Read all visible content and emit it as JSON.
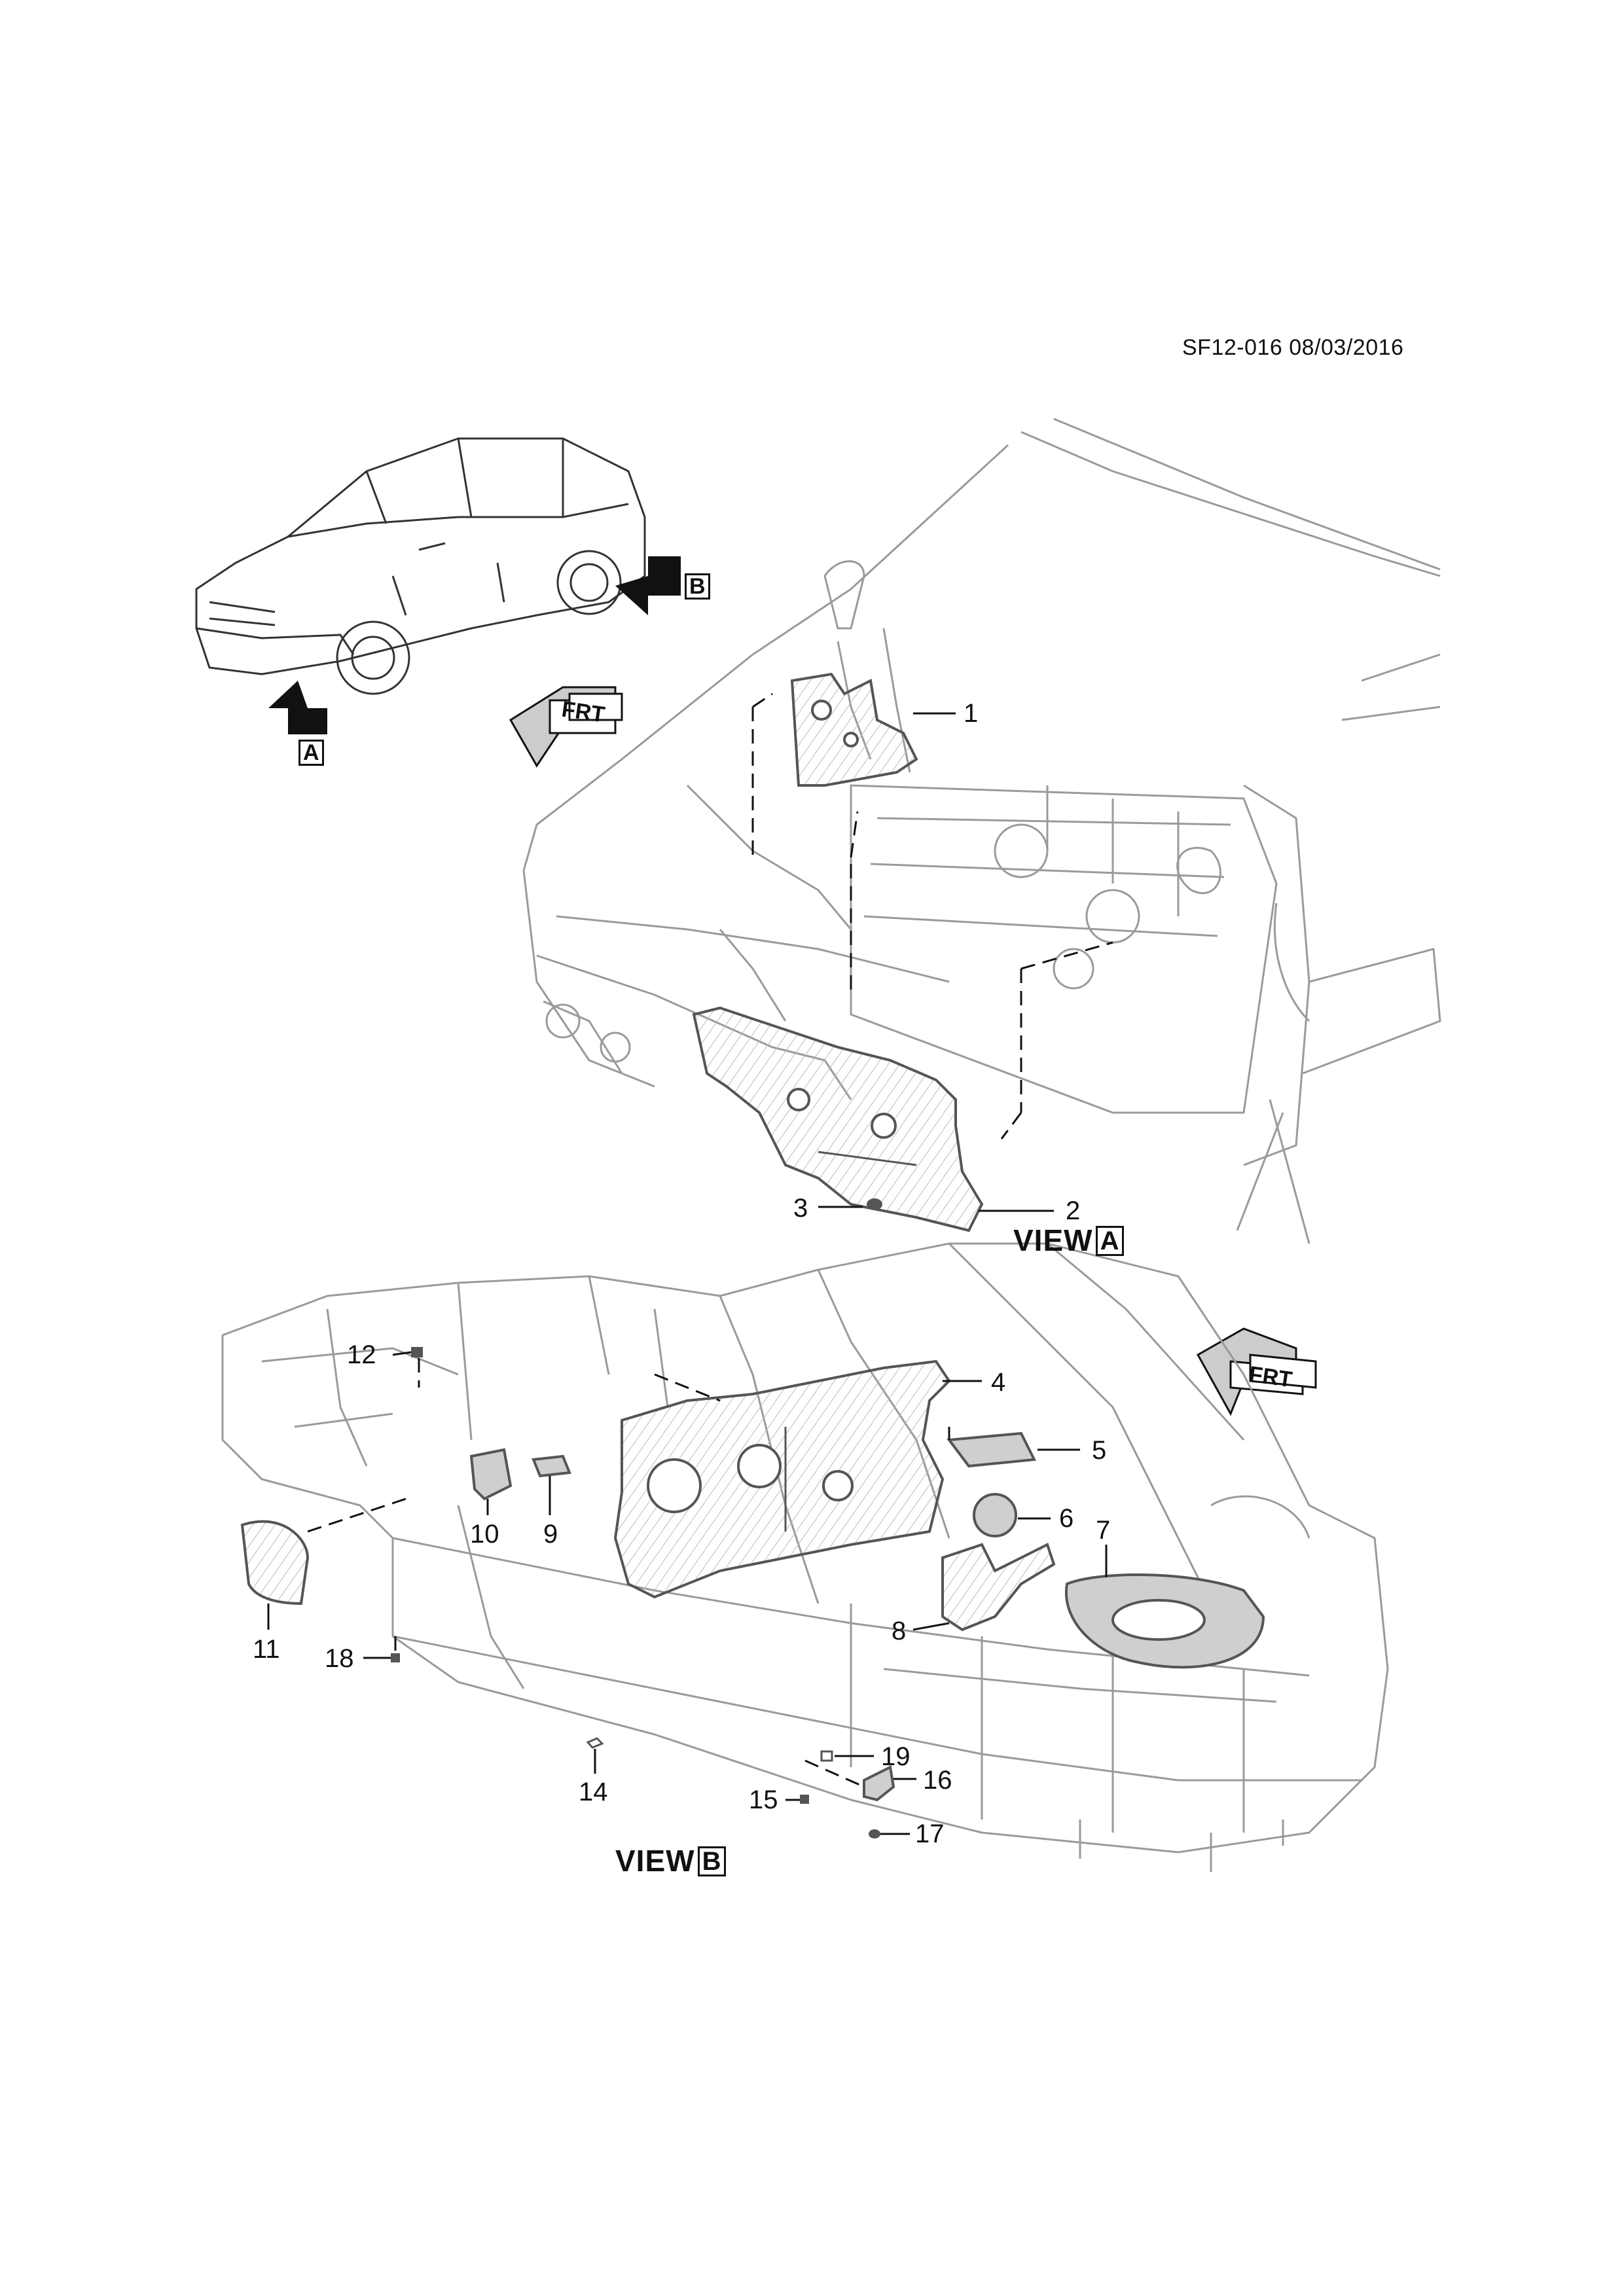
{
  "header": {
    "code": "SF12-016 08/03/2016"
  },
  "views": {
    "a": {
      "word": "VIEW",
      "letter": "A"
    },
    "b": {
      "word": "VIEW",
      "letter": "B"
    }
  },
  "direction": {
    "frt": "FRT"
  },
  "overview": {
    "arrow_a": "A",
    "arrow_b": "B"
  },
  "callouts": {
    "c1": "1",
    "c2": "2",
    "c3": "3",
    "c4": "4",
    "c5": "5",
    "c6": "6",
    "c7": "7",
    "c8": "8",
    "c9": "9",
    "c10": "10",
    "c11": "11",
    "c12": "12",
    "c14": "14",
    "c15": "15",
    "c16": "16",
    "c17": "17",
    "c18": "18",
    "c19": "19"
  },
  "colors": {
    "line": "#111111",
    "detail": "#9a9a9a",
    "part": "#555555",
    "part_fill": "#cfcfcf"
  }
}
